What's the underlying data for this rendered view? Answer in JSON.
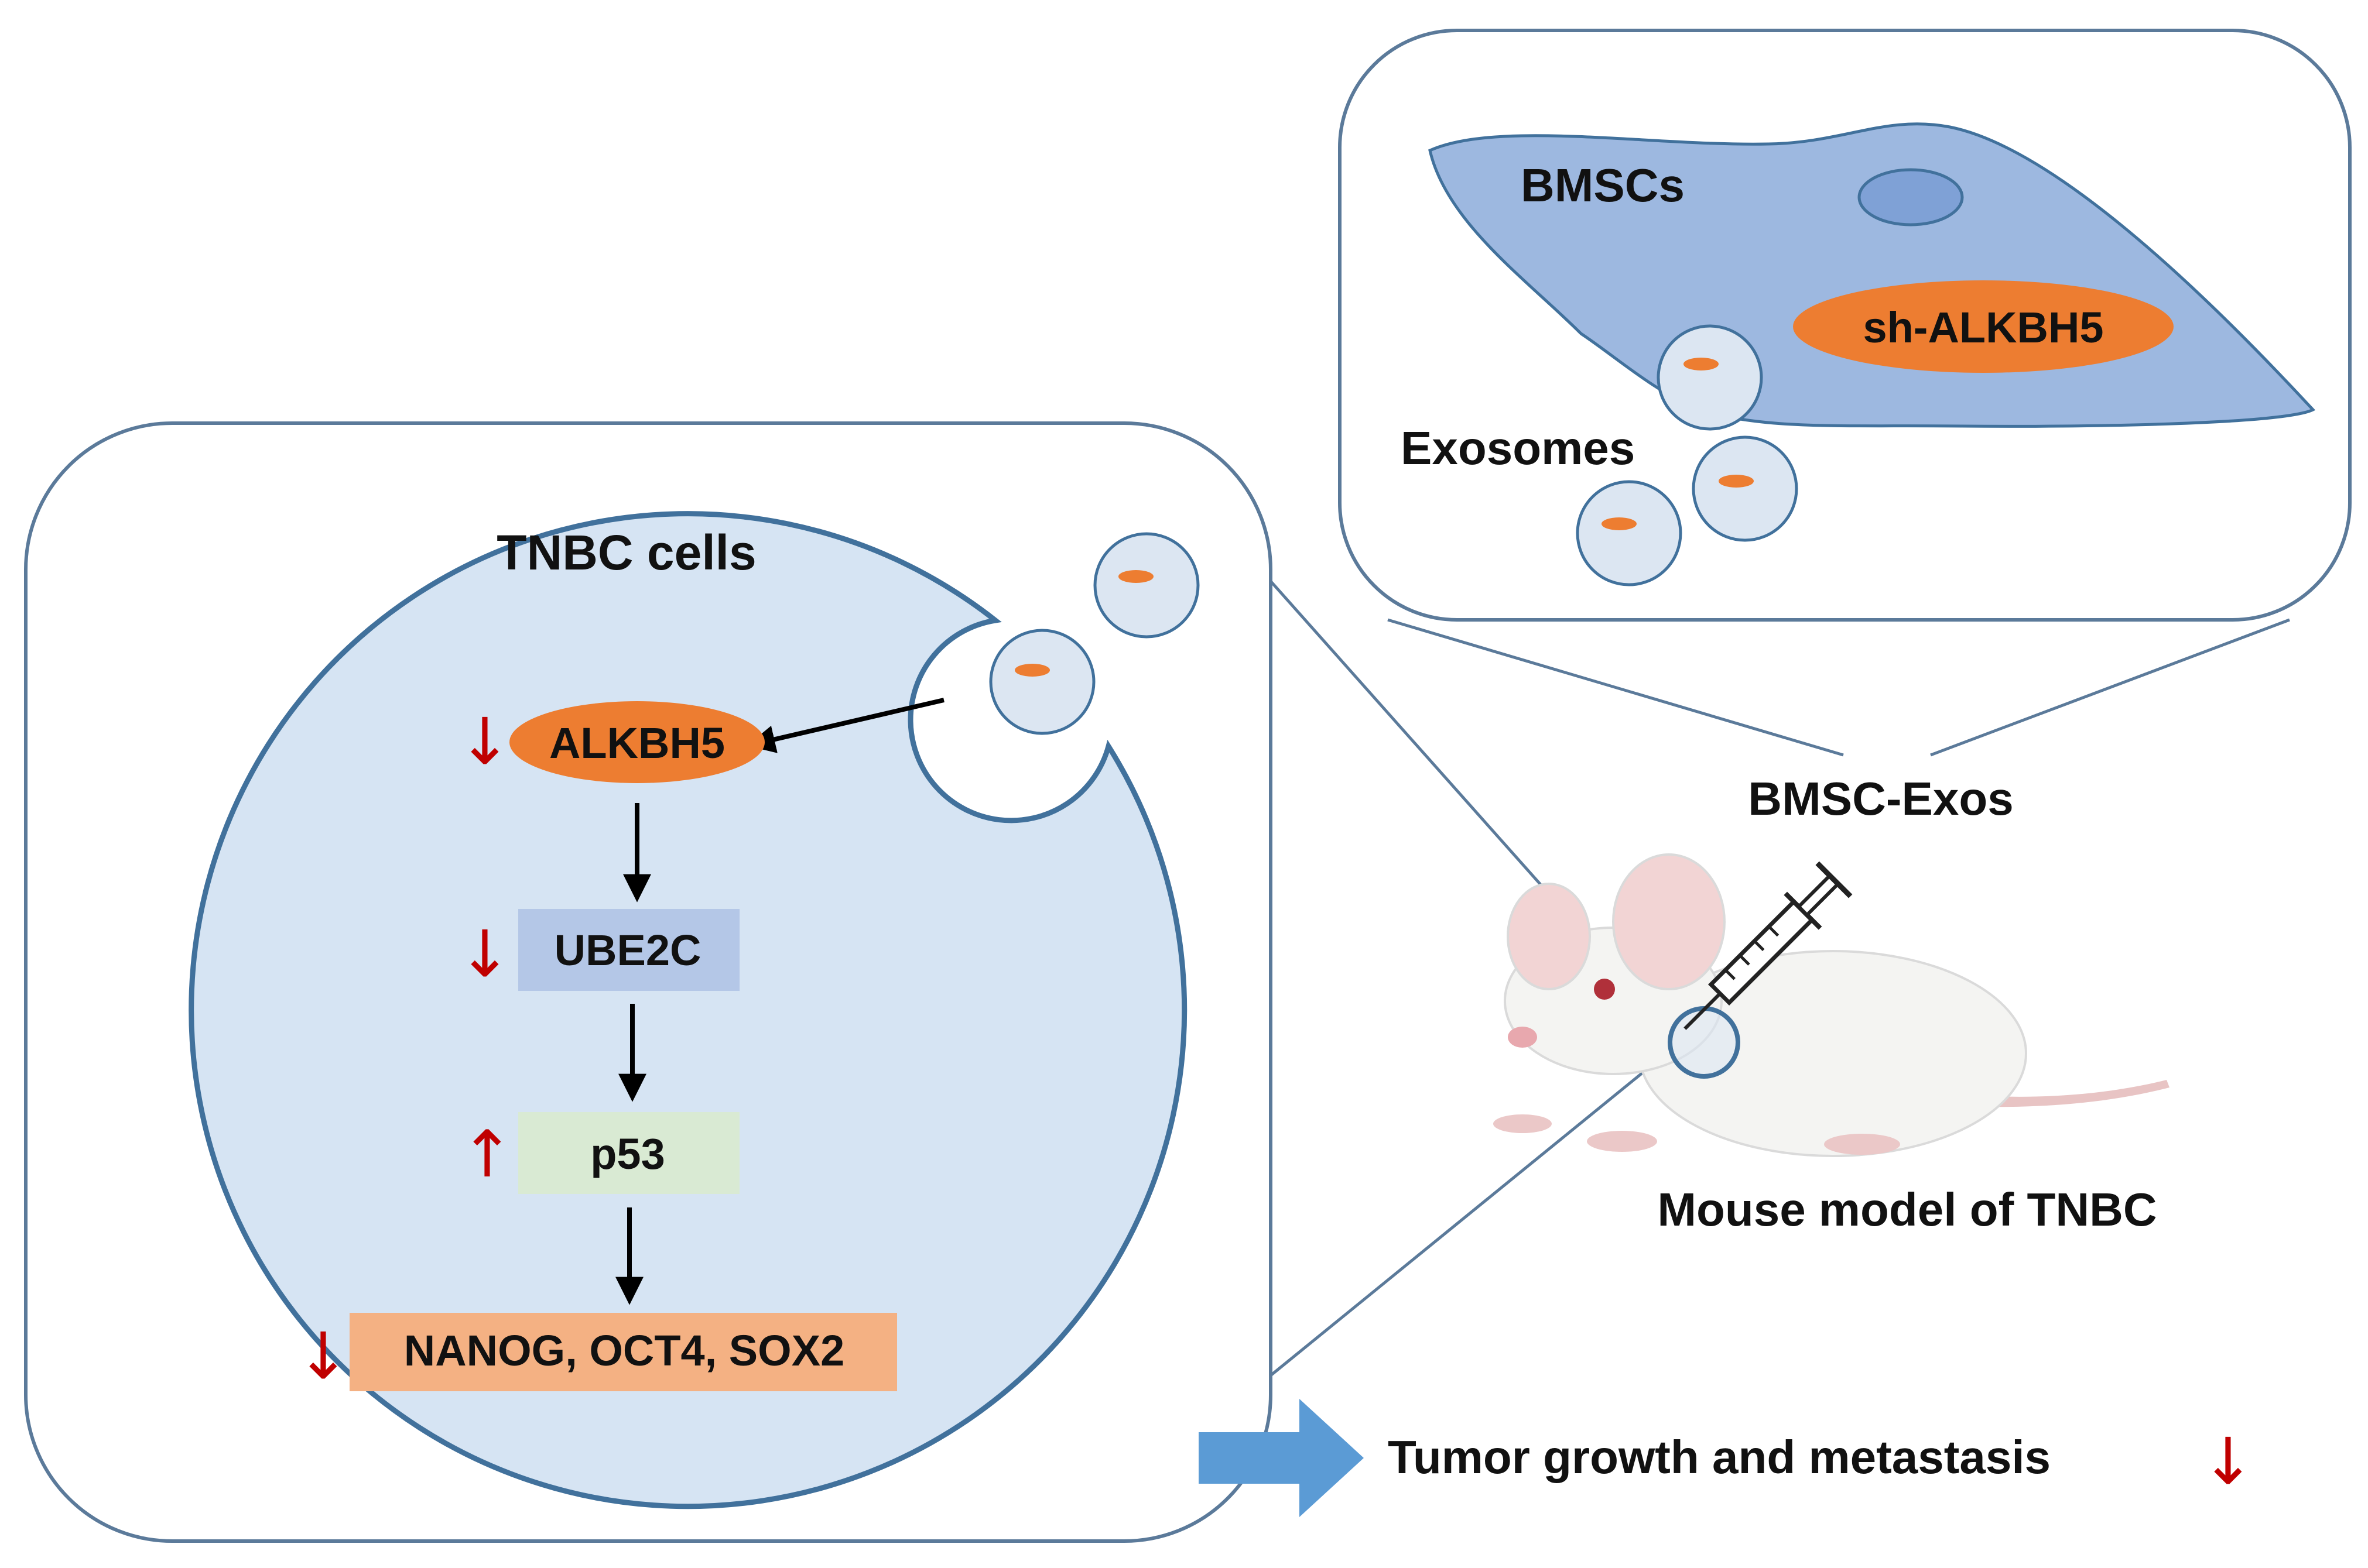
{
  "diagram": {
    "bmsc_panel": {
      "cell_label": "BMSCs",
      "knockdown_label": "sh-ALKBH5",
      "exosomes_label": "Exosomes"
    },
    "tnbc_panel": {
      "cell_label": "TNBC cells",
      "pathway": [
        {
          "label": "ALKBH5",
          "direction": "↓",
          "shape": "ellipse",
          "color": "#ED7D31"
        },
        {
          "label": "UBE2C",
          "direction": "↓",
          "shape": "box",
          "color": "#B4C7E7"
        },
        {
          "label": "p53",
          "direction": "↑",
          "shape": "box",
          "color": "#D9EAD3"
        },
        {
          "label": "NANOG, OCT4, SOX2",
          "direction": "↓",
          "shape": "box",
          "color": "#F4B183"
        }
      ]
    },
    "injection_label": "BMSC-Exos",
    "model_label": "Mouse model of TNBC",
    "outcome": {
      "label": "Tumor growth and metastasis",
      "direction": "↓"
    },
    "colors": {
      "panel_border": "#5B7A9A",
      "cell_fill": "#D6E4F3",
      "cell_border": "#41719C",
      "bmsc_fill": "#9DB8E0",
      "nucleus_fill": "#7FA1D6",
      "exosome_fill": "#DCE6F2",
      "cargo": "#ED7D31",
      "down_arrow": "#C00000",
      "outcome_arrow": "#5B9BD5"
    }
  }
}
